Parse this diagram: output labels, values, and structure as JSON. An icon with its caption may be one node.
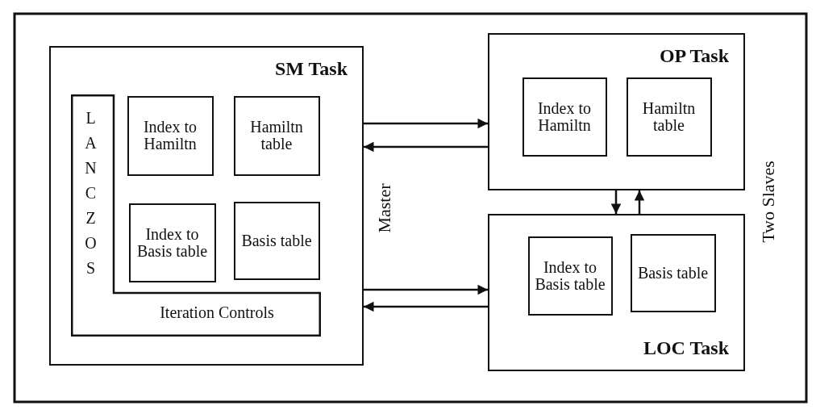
{
  "diagram": {
    "nodes": [
      {
        "text": [
          "SM Task"
        ]
      },
      {
        "text": [
          "LANCZOS",
          "Iteration Controls"
        ],
        "in": 0
      },
      {
        "text": [
          "Index to Hamiltn"
        ],
        "in": 0
      },
      {
        "text": [
          "Hamiltn table"
        ],
        "in": 0
      },
      {
        "text": [
          "Index to Basis table"
        ],
        "in": 0
      },
      {
        "text": [
          "Basis table"
        ],
        "in": 0
      },
      {
        "text": [
          "OP Task"
        ]
      },
      {
        "text": [
          "Index to Hamiltn"
        ],
        "in": 6
      },
      {
        "text": [
          "Hamiltn table"
        ],
        "in": 6
      },
      {
        "text": [
          "LOC Task"
        ]
      },
      {
        "text": [
          "Index to Basis table"
        ],
        "in": 9
      },
      {
        "text": [
          "Basis table"
        ],
        "in": 9
      }
    ],
    "edges": [
      {
        "from": 0,
        "to": 6,
        "arrow": "to"
      },
      {
        "from": 6,
        "to": 0,
        "arrow": "to"
      },
      {
        "from": 0,
        "to": 9,
        "arrow": "to"
      },
      {
        "from": 9,
        "to": 0,
        "arrow": "to"
      },
      {
        "from": 6,
        "to": 9,
        "arrow": "to"
      },
      {
        "from": 9,
        "to": 6,
        "arrow": "to"
      }
    ],
    "labels": [
      "Master",
      "Two Slaves"
    ]
  }
}
